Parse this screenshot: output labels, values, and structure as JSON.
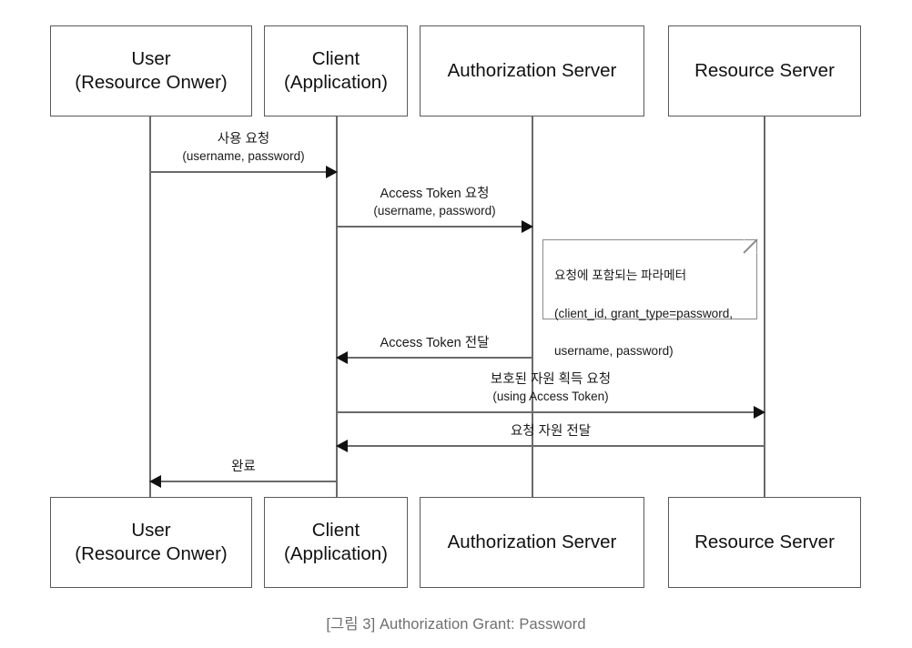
{
  "diagram": {
    "type": "sequence-diagram",
    "caption": "[그림 3]  Authorization Grant: Password",
    "participants": [
      {
        "id": "user",
        "line1": "User",
        "line2": "(Resource Onwer)"
      },
      {
        "id": "client",
        "line1": "Client",
        "line2": "(Application)"
      },
      {
        "id": "auth",
        "line1": "Authorization Server",
        "line2": ""
      },
      {
        "id": "resource",
        "line1": "Resource Server",
        "line2": ""
      }
    ],
    "messages": [
      {
        "id": "m1",
        "from": "user",
        "to": "client",
        "direction": "right",
        "line1": "사용 요청",
        "line2": "(username, password)"
      },
      {
        "id": "m2",
        "from": "client",
        "to": "auth",
        "direction": "right",
        "line1": "Access Token 요청",
        "line2": "(username, password)"
      },
      {
        "id": "m3",
        "from": "auth",
        "to": "client",
        "direction": "left",
        "line1": "Access Token 전달",
        "line2": ""
      },
      {
        "id": "m4",
        "from": "client",
        "to": "resource",
        "direction": "right",
        "line1": "보호된 자원 획득 요청",
        "line2": "(using Access Token)"
      },
      {
        "id": "m5",
        "from": "resource",
        "to": "client",
        "direction": "left",
        "line1": "요청 자원 전달",
        "line2": ""
      },
      {
        "id": "m6",
        "from": "client",
        "to": "user",
        "direction": "left",
        "line1": "완료",
        "line2": ""
      }
    ],
    "note": {
      "title": "요청에 포함되는 파라메터",
      "line2": "(client_id, grant_type=password,",
      "line3": "username, password)"
    },
    "colors": {
      "box_border": "#595959",
      "lifeline": "#6a6a6a",
      "arrow": "#111111",
      "note_border": "#8a8a8a",
      "caption": "#6f6f6f",
      "background": "#ffffff"
    }
  }
}
